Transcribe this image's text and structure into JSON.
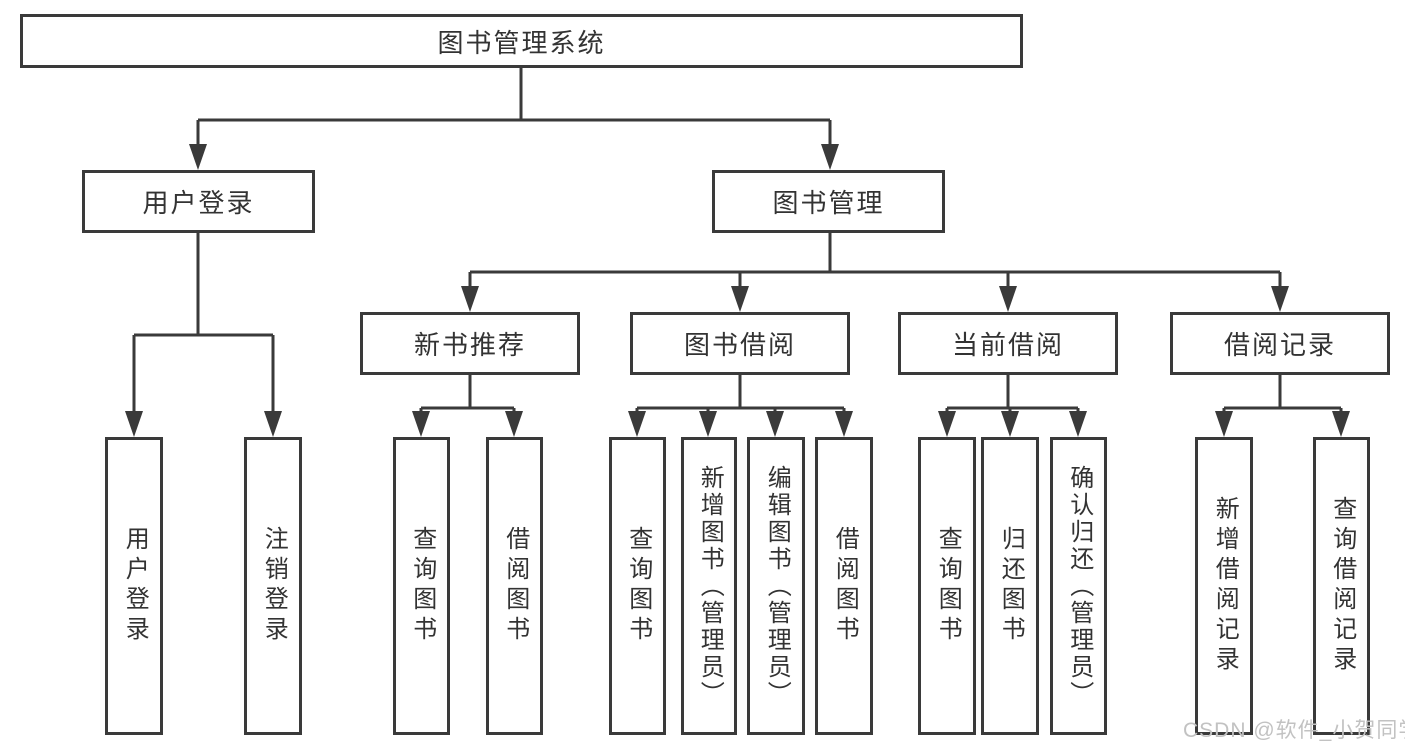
{
  "diagram": {
    "root": {
      "label": "图书管理系统"
    },
    "level2": [
      {
        "label": "用户登录"
      },
      {
        "label": "图书管理"
      }
    ],
    "level3": [
      {
        "label": "新书推荐"
      },
      {
        "label": "图书借阅"
      },
      {
        "label": "当前借阅"
      },
      {
        "label": "借阅记录"
      }
    ],
    "leaves": [
      {
        "label": "用户登录"
      },
      {
        "label": "注销登录"
      },
      {
        "label": "查询图书"
      },
      {
        "label": "借阅图书"
      },
      {
        "label": "查询图书"
      },
      {
        "label": "新增图书（管理员）"
      },
      {
        "label": "编辑图书（管理员）"
      },
      {
        "label": "借阅图书"
      },
      {
        "label": "查询图书"
      },
      {
        "label": "归还图书"
      },
      {
        "label": "确认归还（管理员）"
      },
      {
        "label": "新增借阅记录"
      },
      {
        "label": "查询借阅记录"
      }
    ]
  },
  "watermark": {
    "text": "CSDN @软件_小贺同学"
  },
  "colors": {
    "line": "#3a3a3a",
    "box_border": "#3a3a3a",
    "text": "#333333",
    "watermark": "#c2c2c2",
    "background": "#ffffff"
  }
}
